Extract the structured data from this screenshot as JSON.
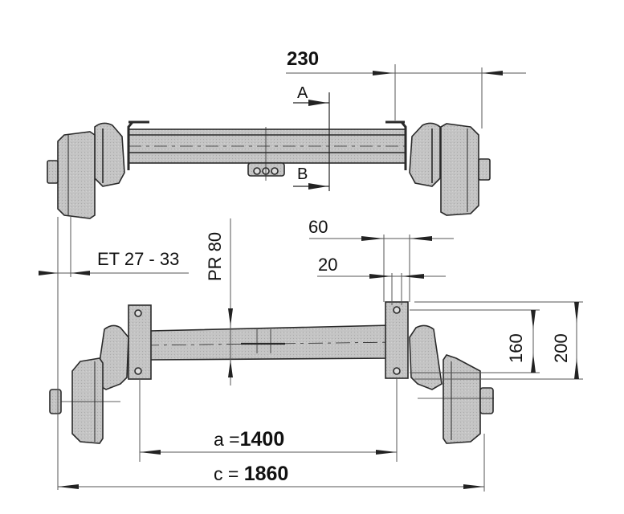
{
  "drawing": {
    "subject": "trailer axle with brake drums",
    "top_view": {
      "dimension_offset": "230",
      "section_marks": [
        "A",
        "B"
      ]
    },
    "bottom_view": {
      "et_label": "ET 27 - 33",
      "pr_label": "PR 80",
      "dim_60": "60",
      "dim_20": "20",
      "dim_160": "160",
      "dim_200": "200",
      "a_prefix": "a =",
      "a_value": "1400",
      "c_prefix": "c =",
      "c_value": "1860"
    },
    "colors": {
      "part_fill": "#bdbdbd",
      "outline": "#2a2a2a",
      "dim_line": "#555555"
    }
  }
}
